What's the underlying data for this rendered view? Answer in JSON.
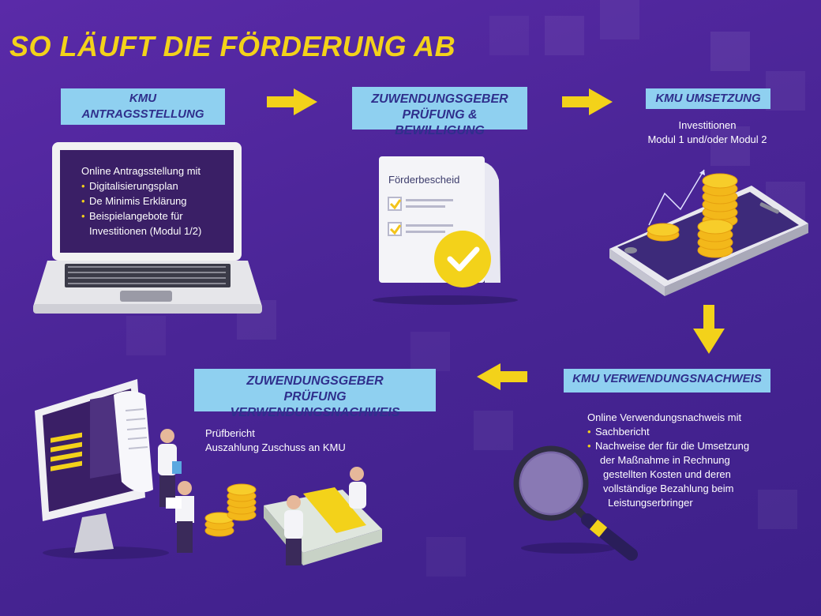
{
  "title": "SO LÄUFT DIE FÖRDERUNG AB",
  "steps": {
    "antrag": {
      "label": "KMU ANTRAGSSTELLUNG"
    },
    "pruefung": {
      "label_line1": "ZUWENDUNGSGEBER",
      "label_line2": "PRÜFUNG & BEWILLIGUNG"
    },
    "umsetzung": {
      "label": "KMU UMSETZUNG"
    },
    "verwendung": {
      "label": "KMU VERWENDUNGSNACHWEIS"
    },
    "pruefung_vn": {
      "label_line1": "ZUWENDUNGSGEBER",
      "label_line2": "PRÜFUNG VERWENDUNGSNACHWEIS"
    }
  },
  "laptop": {
    "intro": "Online Antragsstellung mit",
    "items": [
      "Digitalisierungsplan",
      "De Minimis Erklärung",
      "Beispielangebote für"
    ],
    "continuation": "Investitionen (Modul 1/2)"
  },
  "document": {
    "label": "Förderbescheid"
  },
  "umsetzung_text": {
    "line1": "Investitionen",
    "line2": "Modul 1 und/oder Modul 2"
  },
  "verwendung_text": {
    "intro": "Online Verwendungsnachweis mit",
    "item1": "Sachbericht",
    "item2": "Nachweise der für die Umsetzung",
    "lines": [
      "der Maßnahme in Rechnung",
      "gestellten Kosten und deren",
      "vollständige Bezahlung beim",
      "Leistungserbringer"
    ]
  },
  "pruefung_vn_text": {
    "line1": "Prüfbericht",
    "line2": "Auszahlung Zuschuss an KMU"
  },
  "colors": {
    "accent_yellow": "#f3d21a",
    "label_bg": "#8fd0f0",
    "label_text": "#2f2f8c",
    "background": "#4a2596"
  },
  "icons": [
    "laptop-icon",
    "document-check-icon",
    "phone-coins-icon",
    "magnifier-icon",
    "computer-people-money-icon",
    "arrow-right-icon",
    "arrow-down-icon",
    "arrow-left-icon"
  ]
}
